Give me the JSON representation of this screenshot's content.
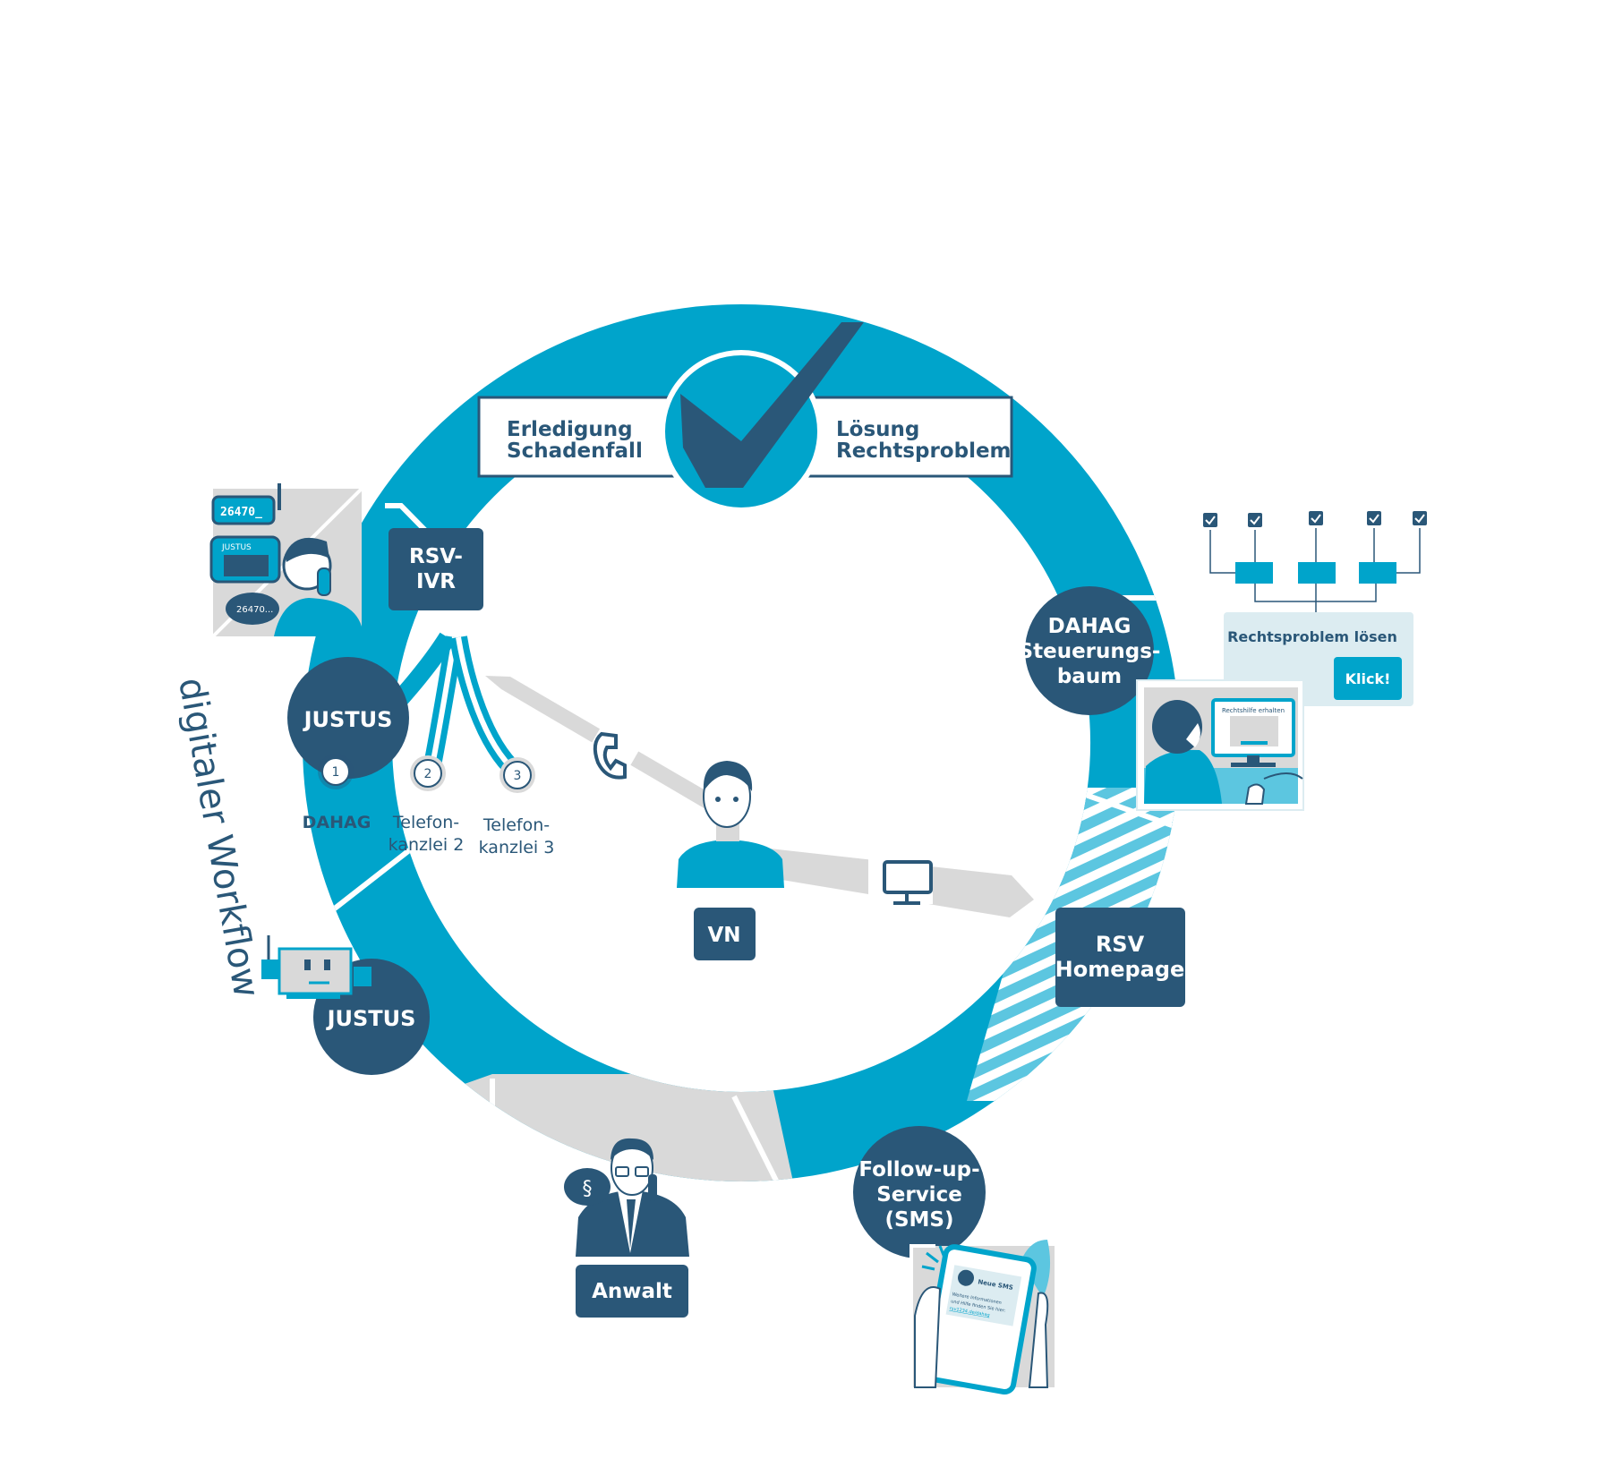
{
  "colors": {
    "dark_blue": "#2a5778",
    "cyan": "#00a4cb",
    "light_cyan": "#5cc6e0",
    "grey": "#d9d9d9",
    "panel_bg": "#dcecf1",
    "white": "#ffffff"
  },
  "top": {
    "left_box": [
      "Erledigung",
      "Schadenfall"
    ],
    "right_box": [
      "Lösung",
      "Rechtsproblem"
    ]
  },
  "nodes": {
    "rsv_ivr": [
      "RSV-",
      "IVR"
    ],
    "justus_top": "JUSTUS",
    "justus_bottom": "JUSTUS",
    "dahag_tree": [
      "DAHAG",
      "Steuerungs-",
      "baum"
    ],
    "rsv_homepage": [
      "RSV",
      "Homepage"
    ],
    "followup": [
      "Follow-up-",
      "Service",
      "(SMS)"
    ],
    "anwalt": "Anwalt",
    "vn": "VN"
  },
  "branches": [
    {
      "number": "1",
      "label": [
        "DAHAG"
      ]
    },
    {
      "number": "2",
      "label": [
        "Telefon-",
        "kanzlei 2"
      ]
    },
    {
      "number": "3",
      "label": [
        "Telefon-",
        "kanzlei 3"
      ]
    }
  ],
  "side_title": "digitaler Workflow",
  "ivr_illustration": {
    "display_top": "26470_",
    "device_label": "JUSTUS",
    "speech": "26470..."
  },
  "tree_panel": {
    "title": "Rechtsproblem lösen",
    "button": "Klick!",
    "screen_title": "Rechtshilfe erhalten"
  },
  "sms_illustration": {
    "header": "Neue SMS",
    "body": [
      "Weitere Informationen",
      "und Hilfe finden Sie hier:"
    ],
    "link": "rsv1234.de/dahag"
  },
  "anwalt_icon": "§"
}
